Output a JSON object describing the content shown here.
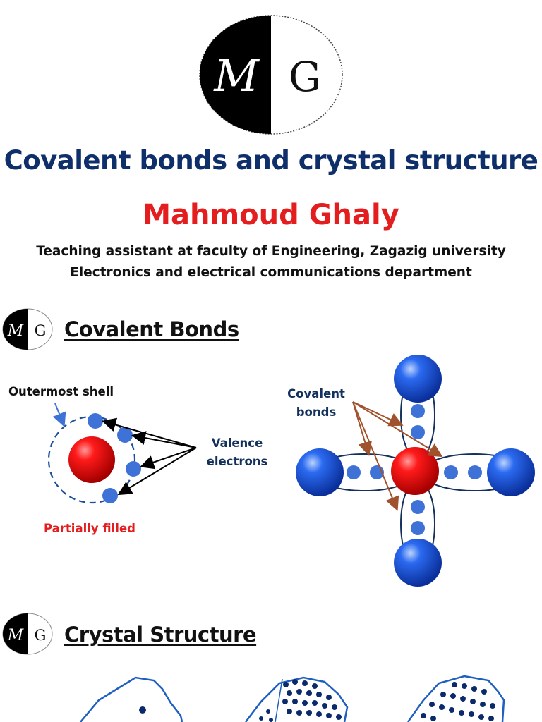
{
  "logo": {
    "left_letters": "M",
    "right_letters": "G"
  },
  "title": "Covalent bonds and crystal structure",
  "author": "Mahmoud Ghaly",
  "affiliation": {
    "line1": "Teaching assistant at faculty of Engineering, Zagazig university",
    "line2": "Electronics and electrical communications department"
  },
  "sections": {
    "covalent": {
      "heading": "Covalent Bonds",
      "outermost_shell": "Outermost shell",
      "valence_electrons": "Valence electrons",
      "partially_filled": "Partially filled",
      "covalent_bonds_label": "Covalent bonds"
    },
    "crystal": {
      "heading": "Crystal Structure"
    }
  },
  "colors": {
    "title_navy": "#0f2f6b",
    "author_red": "#e41e1e",
    "atom_red": "#e41e1e",
    "atom_blue": "#1a55d6",
    "electron_blue": "#3f72d6",
    "arrow_brown": "#a0522d"
  }
}
